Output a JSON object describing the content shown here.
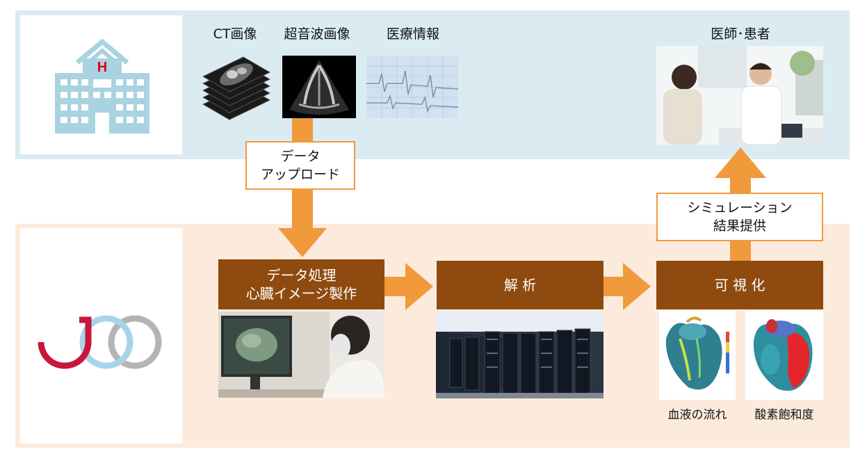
{
  "sources": {
    "ct": "CT画像",
    "ultrasound": "超音波画像",
    "medical": "医療情報"
  },
  "doctors_label": "医師･患者",
  "upload": {
    "line1": "データ",
    "line2": "アップロード"
  },
  "result": {
    "line1": "シミュレーション",
    "line2": "結果提供"
  },
  "stages": {
    "processing": {
      "line1": "データ処理",
      "line2": "心臓イメージ製作"
    },
    "analysis": "解 析",
    "visualization": "可 視 化"
  },
  "captions": {
    "flow": "血液の流れ",
    "oxygen": "酸素飽和度"
  },
  "hospital_sign": "H",
  "colors": {
    "arrow": "#f19a3b",
    "stage": "#8f4a0f",
    "top_band": "#daecf2",
    "bottom_band": "#fcebdc",
    "hospital": "#a9d3e0",
    "jmd_red": "#c8163c",
    "jmd_blue": "#a7d4ea",
    "jmd_gray": "#b4b4b4"
  }
}
